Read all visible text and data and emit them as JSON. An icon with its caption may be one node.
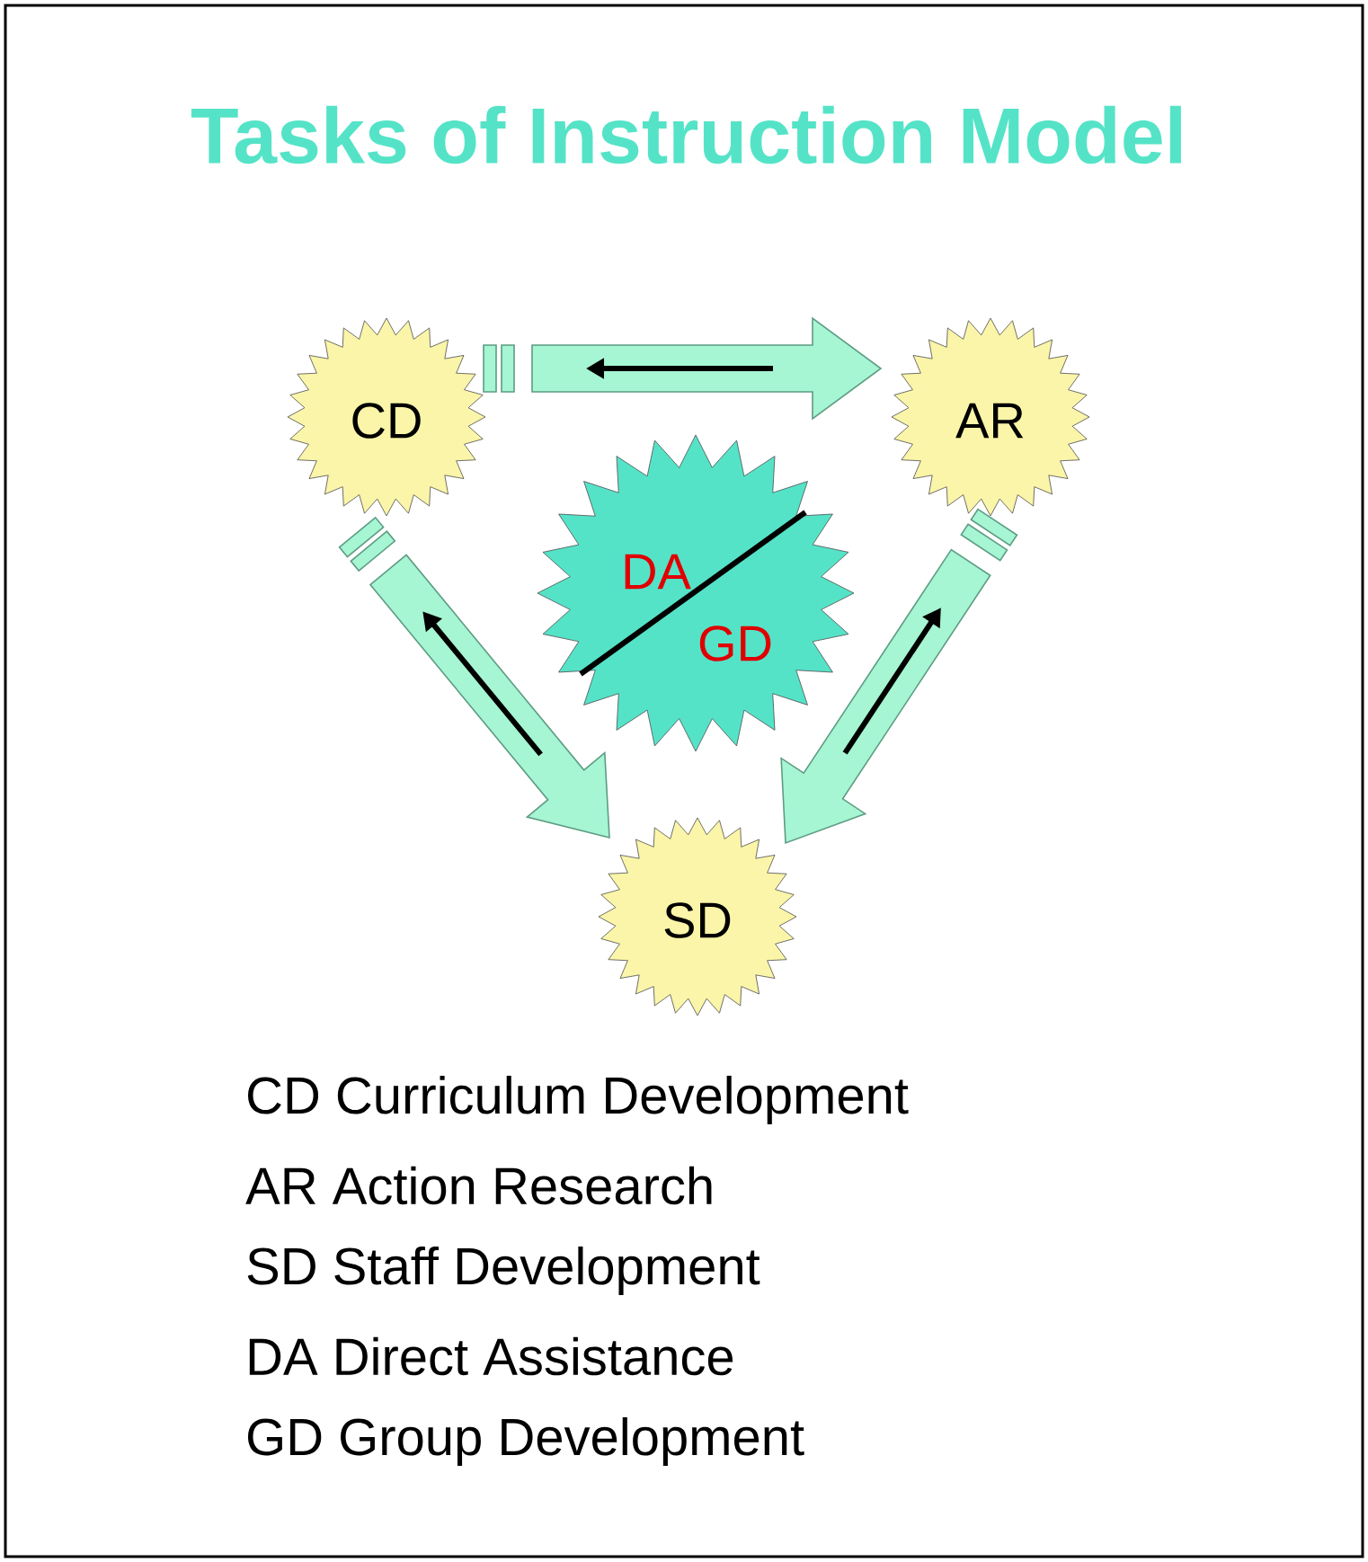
{
  "diagram": {
    "title": "Tasks of Instruction Model",
    "nodes": [
      {
        "text": [
          "CD"
        ]
      },
      {
        "text": [
          "AR"
        ]
      },
      {
        "text": [
          "DA",
          "GD"
        ]
      },
      {
        "text": [
          "SD"
        ]
      }
    ],
    "edges": [
      {
        "from": 0,
        "to": 1,
        "arrow": "to"
      },
      {
        "from": 1,
        "to": 3,
        "arrow": "to"
      },
      {
        "from": 0,
        "to": 3,
        "arrow": "to"
      }
    ],
    "labels": [
      "CD Curriculum Development",
      "AR Action Research",
      "SD Staff Development",
      "DA Direct Assistance",
      "GD Group Development"
    ]
  }
}
